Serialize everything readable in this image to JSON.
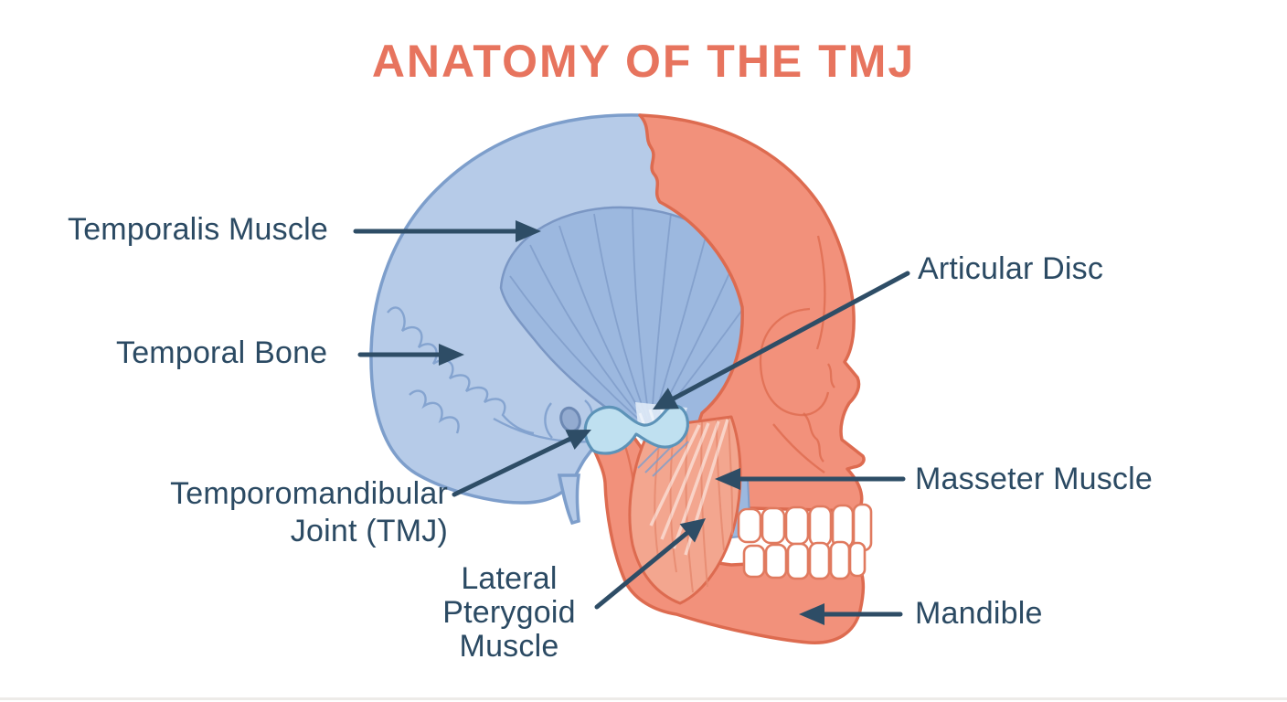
{
  "title": "ANATOMY OF THE TMJ",
  "labels": {
    "temporalis_muscle": "Temporalis Muscle",
    "temporal_bone": "Temporal Bone",
    "tmj_line1": "Temporomandibular",
    "tmj_line2": "Joint (TMJ)",
    "lateral_pterygoid_line1": "Lateral",
    "lateral_pterygoid_line2": "Pterygoid",
    "lateral_pterygoid_line3": "Muscle",
    "articular_disc": "Articular Disc",
    "masseter_muscle": "Masseter Muscle",
    "mandible": "Mandible"
  },
  "illustration": {
    "subject": "lateral-view-skull-with-tmj",
    "parts": [
      "cranium",
      "coronal-suture",
      "temporal-bone-sutures",
      "temporalis-muscle-fan",
      "ear-canal",
      "styloid-process",
      "articular-disc",
      "temporomandibular-joint",
      "face-bones",
      "eye-orbit",
      "maxilla",
      "upper-teeth",
      "lower-teeth",
      "mandible",
      "masseter-muscle",
      "lateral-pterygoid-region"
    ]
  },
  "colors": {
    "background": "#FFFFFF",
    "title": "#E7745E",
    "label_text": "#2B4A63",
    "leader_line": "#2E4D66",
    "cranium_fill": "#B6CBE8",
    "cranium_stroke": "#7D9ECB",
    "temporalis_fill": "#9CB8DF",
    "temporalis_striation": "#7B97C4",
    "face_fill": "#F2917B",
    "face_stroke": "#DD6B50",
    "masseter_fill": "#F3A68F",
    "masseter_striation": "#E58A70",
    "disc_fill": "#BFE0F0",
    "disc_stroke": "#5D93B8",
    "teeth_fill": "#FFFFFF",
    "teeth_stroke": "#E07A5F",
    "ear_fill": "#93ABD0",
    "ear_stroke": "#6D89B4",
    "bottom_edge": "#E8E6E2"
  }
}
